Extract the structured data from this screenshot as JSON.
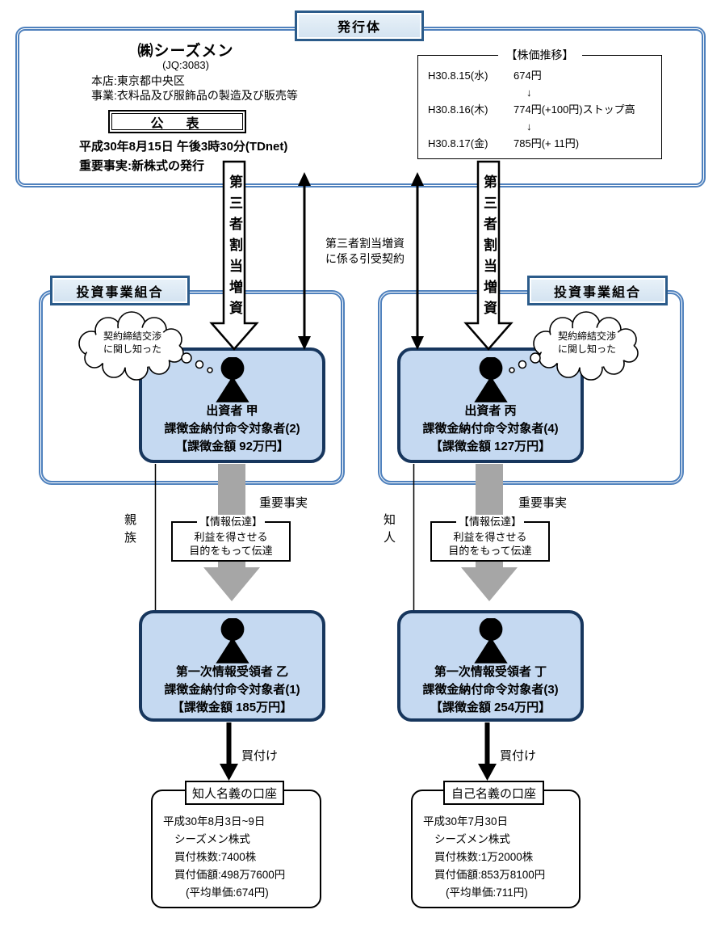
{
  "colors": {
    "container_border": "#4f81bd",
    "tag_border": "#2b5b8a",
    "tag_fill": "#d8e6f2",
    "person_box_fill": "#c5d9f1",
    "person_box_border": "#17365d",
    "transmission_arrow_gray": "#a6a6a6"
  },
  "issuer": {
    "tag": "発行体",
    "company_name": "㈱シーズメン",
    "ticker": "(JQ:3083)",
    "head_office": "本店:東京都中央区",
    "business": "事業:衣料品及び服飾品の製造及び販売等",
    "announcement_label": "公　表",
    "announcement_datetime": "平成30年8月15日 午後3時30分(TDnet)",
    "material_fact": "重要事実:新株式の発行"
  },
  "stock_price": {
    "title": "【株価推移】",
    "arrow": "↓",
    "rows": [
      {
        "date": "H30.8.15(水)",
        "price": "674円"
      },
      {
        "date": "H30.8.16(木)",
        "price": "774円(+100円)ストップ高"
      },
      {
        "date": "H30.8.17(金)",
        "price": "785円(+ 11円)"
      }
    ]
  },
  "allotment": {
    "block_arrow_label": "第三者割当増資",
    "contract_line1": "第三者割当増資",
    "contract_line2": "に係る引受契約"
  },
  "left": {
    "partnership_tag": "投資事業組合",
    "cloud_line1": "契約締結交渉",
    "cloud_line2": "に関し知った",
    "investor_name": "出資者 甲",
    "investor_order": "課徴金納付命令対象者(2)",
    "investor_penalty": "【課徴金額 92万円】",
    "relation": "親族",
    "material_fact_label": "重要事実",
    "transmission_title": "【情報伝達】",
    "transmission_line1": "利益を得させる",
    "transmission_line2": "目的をもって伝達",
    "recipient_name": "第一次情報受領者 乙",
    "recipient_order": "課徴金納付命令対象者(1)",
    "recipient_penalty": "【課徴金額 185万円】",
    "buy_label": "買付け",
    "account_title": "知人名義の口座",
    "account_lines": [
      "平成30年8月3日~9日",
      "シーズメン株式",
      "買付株数:7400株",
      "買付価額:498万7600円",
      "(平均単価:674円)"
    ]
  },
  "right": {
    "partnership_tag": "投資事業組合",
    "cloud_line1": "契約締結交渉",
    "cloud_line2": "に関し知った",
    "investor_name": "出資者 丙",
    "investor_order": "課徴金納付命令対象者(4)",
    "investor_penalty": "【課徴金額 127万円】",
    "relation": "知人",
    "material_fact_label": "重要事実",
    "transmission_title": "【情報伝達】",
    "transmission_line1": "利益を得させる",
    "transmission_line2": "目的をもって伝達",
    "recipient_name": "第一次情報受領者 丁",
    "recipient_order": "課徴金納付命令対象者(3)",
    "recipient_penalty": "【課徴金額 254万円】",
    "buy_label": "買付け",
    "account_title": "自己名義の口座",
    "account_lines": [
      "平成30年7月30日",
      "シーズメン株式",
      "買付株数:1万2000株",
      "買付価額:853万8100円",
      "(平均単価:711円)"
    ]
  }
}
